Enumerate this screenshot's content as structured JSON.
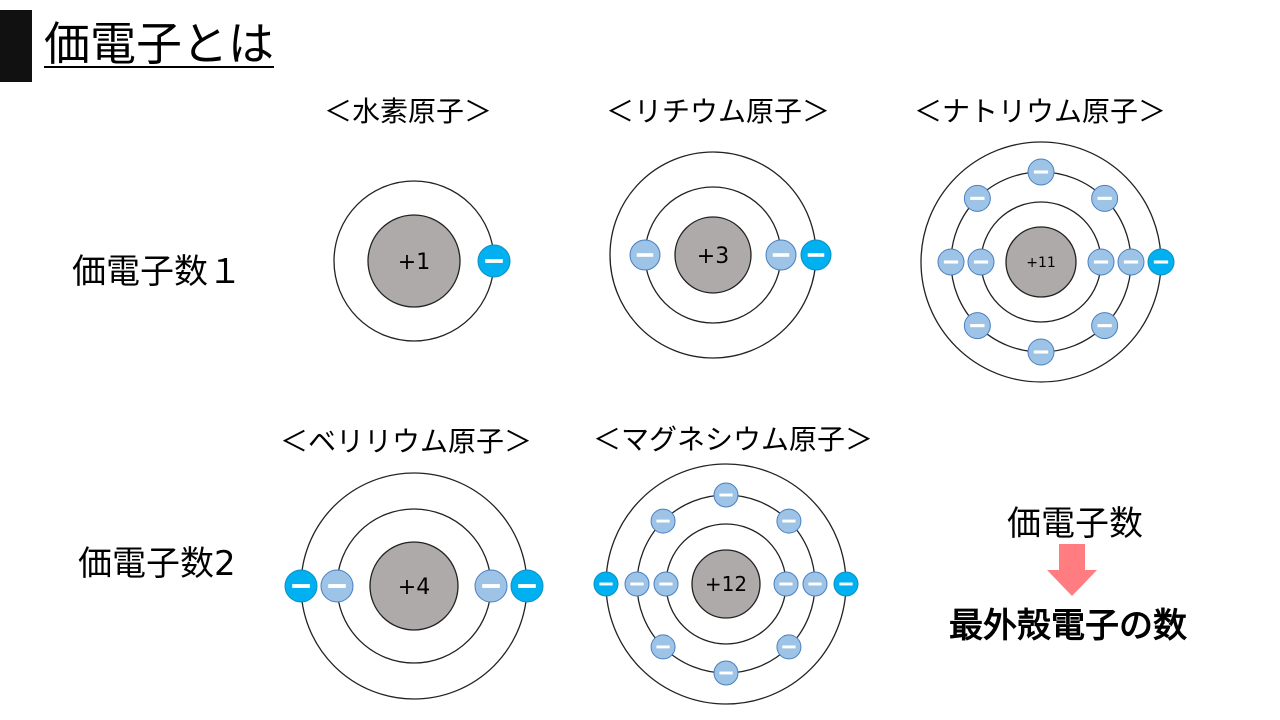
{
  "title": "価電子とは",
  "rows": [
    "価電子数１",
    "価電子数2"
  ],
  "atoms": [
    {
      "name": "＜水素原子＞",
      "charge": "+1",
      "shells": [
        1
      ]
    },
    {
      "name": "＜リチウム原子＞",
      "charge": "+3",
      "shells": [
        2,
        1
      ]
    },
    {
      "name": "＜ナトリウム原子＞",
      "charge": "+11",
      "shells": [
        2,
        8,
        1
      ]
    },
    {
      "name": "＜ベリリウム原子＞",
      "charge": "+4",
      "shells": [
        2,
        2
      ]
    },
    {
      "name": "＜マグネシウム原子＞",
      "charge": "+12",
      "shells": [
        2,
        8,
        2
      ]
    }
  ],
  "note": {
    "top": "価電子数",
    "bottom": "最外殻電子の数"
  },
  "colors": {
    "nucleus": "#aeaaaa",
    "inner_electron": "#9dc3e6",
    "valence_electron": "#00b0f0",
    "arrow": "#ff7c80"
  }
}
